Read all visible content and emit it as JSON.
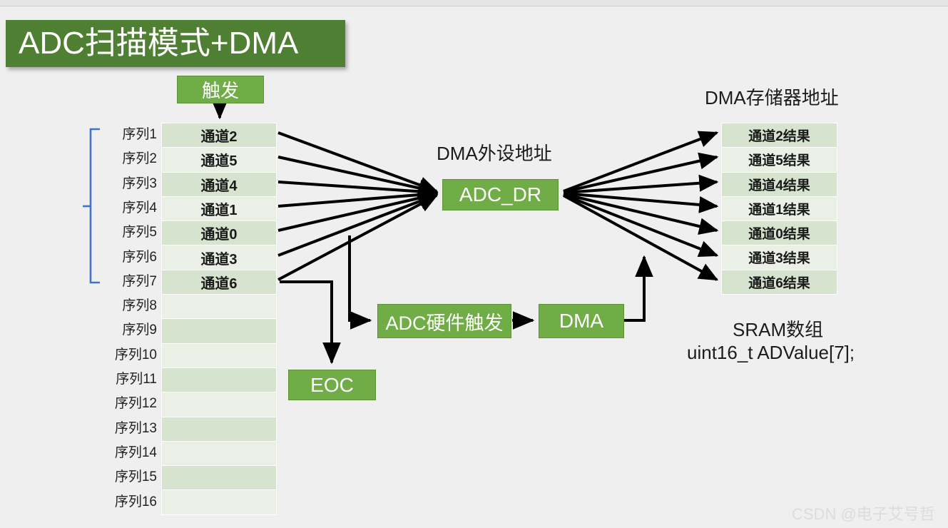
{
  "slide": {
    "title": "ADC扫描模式+DMA",
    "background_color": "#efefef",
    "title_bar_color": "#4e7f32",
    "accent_green": "#70ad47",
    "row_dark": "#d6e3ce",
    "row_light": "#eaf0e6",
    "bracket_color": "#4472c4"
  },
  "nodes": {
    "trigger": "触发",
    "adc_dr": "ADC_DR",
    "adc_hw_trigger": "ADC硬件触发",
    "dma": "DMA",
    "eoc": "EOC"
  },
  "captions": {
    "dma_memory_address": "DMA存储器地址",
    "dma_peripheral_address": "DMA外设地址",
    "sram_array": "SRAM数组",
    "sram_decl": "uint16_t ADValue[7];"
  },
  "sequence_table": {
    "labels": [
      "序列1",
      "序列2",
      "序列3",
      "序列4",
      "序列5",
      "序列6",
      "序列7",
      "序列8",
      "序列9",
      "序列10",
      "序列11",
      "序列12",
      "序列13",
      "序列14",
      "序列15",
      "序列16"
    ],
    "channels": [
      "通道2",
      "通道5",
      "通道4",
      "通道1",
      "通道0",
      "通道3",
      "通道6",
      "",
      "",
      "",
      "",
      "",
      "",
      "",
      "",
      ""
    ]
  },
  "results_table": {
    "rows": [
      "通道2结果",
      "通道5结果",
      "通道4结果",
      "通道1结果",
      "通道0结果",
      "通道3结果",
      "通道6结果"
    ]
  },
  "watermark": "CSDN @电子艾号哲"
}
